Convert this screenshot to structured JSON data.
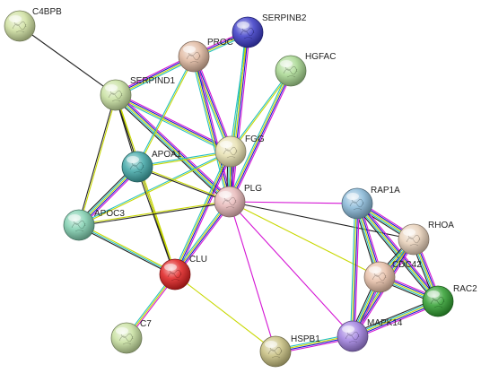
{
  "palette": {
    "edge_colors": [
      "#d414d4",
      "#1a1acc",
      "#c8d800",
      "#26c0c0",
      "#222222",
      "#d0d0a0"
    ],
    "node_colors": {
      "C4BPB": "#cfe0a0",
      "SERPINB2": "#3a3ac8",
      "PROC": "#e0b8a0",
      "HGFAC": "#a8d890",
      "SERPIND1": "#c8e0a0",
      "FGG": "#e8e0b0",
      "APOA1": "#40a8a8",
      "PLG": "#e8b8b8",
      "APOC3": "#80d0b0",
      "CLU": "#e02020",
      "C7": "#c8e0a0",
      "RAP1A": "#88b8d8",
      "RHOA": "#e8d0b8",
      "CDC42": "#e8c0a8",
      "RAC2": "#30a030",
      "MAPK14": "#a080e0",
      "HSPB1": "#c8c080"
    }
  },
  "nodes": [
    {
      "id": "C4BPB",
      "label": "C4BPB"
    },
    {
      "id": "SERPINB2",
      "label": "SERPINB2"
    },
    {
      "id": "PROC",
      "label": "PROC"
    },
    {
      "id": "HGFAC",
      "label": "HGFAC"
    },
    {
      "id": "SERPIND1",
      "label": "SERPIND1"
    },
    {
      "id": "FGG",
      "label": "FGG"
    },
    {
      "id": "APOA1",
      "label": "APOA1"
    },
    {
      "id": "PLG",
      "label": "PLG"
    },
    {
      "id": "APOC3",
      "label": "APOC3"
    },
    {
      "id": "CLU",
      "label": "CLU"
    },
    {
      "id": "C7",
      "label": "C7"
    },
    {
      "id": "RAP1A",
      "label": "RAP1A"
    },
    {
      "id": "RHOA",
      "label": "RHOA"
    },
    {
      "id": "CDC42",
      "label": "CDC42"
    },
    {
      "id": "RAC2",
      "label": "RAC2"
    },
    {
      "id": "MAPK14",
      "label": "MAPK14"
    },
    {
      "id": "HSPB1",
      "label": "HSPB1"
    }
  ],
  "edges": [
    {
      "a": "C4BPB",
      "b": "SERPIND1",
      "types": [
        4
      ]
    },
    {
      "a": "SERPIND1",
      "b": "PROC",
      "types": [
        0,
        1,
        2,
        3
      ]
    },
    {
      "a": "SERPIND1",
      "b": "FGG",
      "types": [
        0,
        1,
        2,
        3
      ]
    },
    {
      "a": "SERPIND1",
      "b": "APOA1",
      "types": [
        2,
        4
      ]
    },
    {
      "a": "SERPIND1",
      "b": "PLG",
      "types": [
        0,
        1,
        2,
        3,
        4
      ]
    },
    {
      "a": "SERPIND1",
      "b": "APOC3",
      "types": [
        2,
        4
      ]
    },
    {
      "a": "SERPIND1",
      "b": "CLU",
      "types": [
        2,
        4
      ]
    },
    {
      "a": "PROC",
      "b": "SERPINB2",
      "types": [
        0,
        1,
        2,
        3
      ]
    },
    {
      "a": "PROC",
      "b": "FGG",
      "types": [
        0,
        1,
        2,
        3
      ]
    },
    {
      "a": "PROC",
      "b": "PLG",
      "types": [
        0,
        1,
        2,
        3
      ]
    },
    {
      "a": "PROC",
      "b": "APOA1",
      "types": [
        2,
        3
      ]
    },
    {
      "a": "SERPINB2",
      "b": "FGG",
      "types": [
        2,
        3
      ]
    },
    {
      "a": "SERPINB2",
      "b": "PLG",
      "types": [
        0,
        1,
        2,
        3
      ]
    },
    {
      "a": "HGFAC",
      "b": "FGG",
      "types": [
        2,
        3
      ]
    },
    {
      "a": "HGFAC",
      "b": "PLG",
      "types": [
        0,
        1,
        2,
        3
      ]
    },
    {
      "a": "FGG",
      "b": "PLG",
      "types": [
        0,
        1,
        2,
        3,
        4
      ]
    },
    {
      "a": "FGG",
      "b": "APOA1",
      "types": [
        2,
        3
      ]
    },
    {
      "a": "FGG",
      "b": "APOC3",
      "types": [
        2,
        3
      ]
    },
    {
      "a": "FGG",
      "b": "CLU",
      "types": [
        0,
        1,
        2,
        3
      ]
    },
    {
      "a": "APOA1",
      "b": "APOC3",
      "types": [
        0,
        1,
        2,
        3,
        4
      ]
    },
    {
      "a": "APOA1",
      "b": "CLU",
      "types": [
        2,
        4
      ]
    },
    {
      "a": "APOA1",
      "b": "PLG",
      "types": [
        2,
        4
      ]
    },
    {
      "a": "APOC3",
      "b": "CLU",
      "types": [
        2,
        3,
        4
      ]
    },
    {
      "a": "APOC3",
      "b": "PLG",
      "types": [
        2,
        4
      ]
    },
    {
      "a": "PLG",
      "b": "CLU",
      "types": [
        0,
        1,
        2,
        3
      ]
    },
    {
      "a": "PLG",
      "b": "RAP1A",
      "types": [
        0
      ]
    },
    {
      "a": "PLG",
      "b": "RHOA",
      "types": [
        4
      ]
    },
    {
      "a": "PLG",
      "b": "CDC42",
      "types": [
        2
      ]
    },
    {
      "a": "PLG",
      "b": "MAPK14",
      "types": [
        0
      ]
    },
    {
      "a": "PLG",
      "b": "HSPB1",
      "types": [
        0
      ]
    },
    {
      "a": "CLU",
      "b": "C7",
      "types": [
        0,
        2,
        3
      ]
    },
    {
      "a": "CLU",
      "b": "HSPB1",
      "types": [
        2
      ]
    },
    {
      "a": "RAP1A",
      "b": "RHOA",
      "types": [
        0,
        1,
        2,
        3,
        4
      ]
    },
    {
      "a": "RAP1A",
      "b": "CDC42",
      "types": [
        0,
        1,
        2,
        3,
        4
      ]
    },
    {
      "a": "RAP1A",
      "b": "RAC2",
      "types": [
        0,
        1,
        2,
        3,
        4
      ]
    },
    {
      "a": "RAP1A",
      "b": "MAPK14",
      "types": [
        0,
        1,
        2,
        3
      ]
    },
    {
      "a": "RHOA",
      "b": "CDC42",
      "types": [
        0,
        1,
        2,
        3,
        4
      ]
    },
    {
      "a": "RHOA",
      "b": "RAC2",
      "types": [
        0,
        1,
        2,
        3,
        4
      ]
    },
    {
      "a": "RHOA",
      "b": "MAPK14",
      "types": [
        0,
        1,
        2,
        3
      ]
    },
    {
      "a": "CDC42",
      "b": "RAC2",
      "types": [
        0,
        1,
        2,
        3,
        4
      ]
    },
    {
      "a": "CDC42",
      "b": "MAPK14",
      "types": [
        0,
        1,
        2,
        3,
        4
      ]
    },
    {
      "a": "RAC2",
      "b": "MAPK14",
      "types": [
        0,
        1,
        2,
        3,
        4
      ]
    },
    {
      "a": "MAPK14",
      "b": "HSPB1",
      "types": [
        0,
        1,
        2,
        3
      ]
    }
  ]
}
